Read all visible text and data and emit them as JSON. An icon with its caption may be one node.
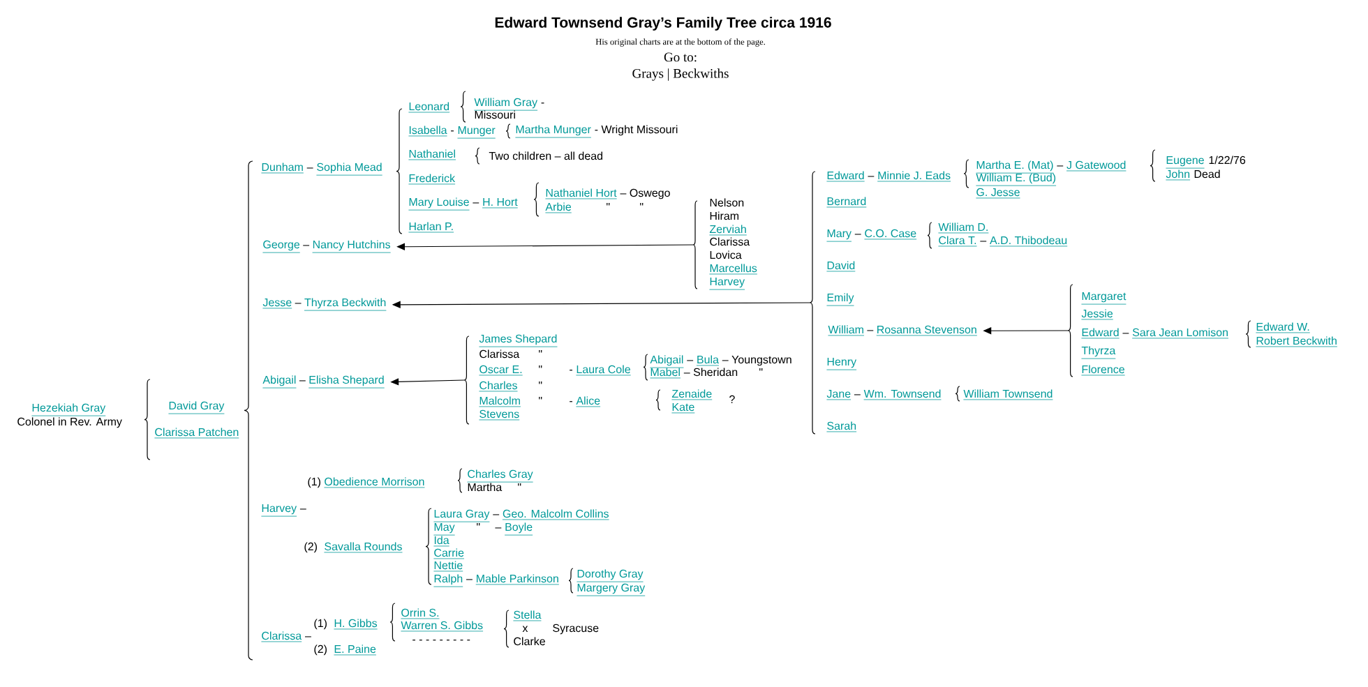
{
  "diagram": {
    "title": "Edward Townsend Gray’s Family Tree circa 1916",
    "nodes": [
      {
        "text": [
          "George",
          "–",
          "Nancy Hutchins"
        ]
      },
      {
        "text": [],
        "shape": "brace"
      },
      {
        "text": [
          "Jesse",
          "–",
          "Thyrza Beckwith"
        ]
      },
      {
        "text": [],
        "shape": "brace"
      },
      {
        "text": [
          "Abigail",
          "–",
          "Elisha Shepard"
        ]
      },
      {
        "text": [],
        "shape": "brace"
      },
      {
        "text": [
          "William",
          "–",
          "Rosanna Stevenson"
        ]
      },
      {
        "text": [],
        "shape": "brace"
      }
    ],
    "edges": [
      {
        "from": 1,
        "to": 0,
        "arrow": "to"
      },
      {
        "from": 3,
        "to": 2,
        "arrow": "to"
      },
      {
        "from": 5,
        "to": 4,
        "arrow": "to"
      },
      {
        "from": 7,
        "to": 6,
        "arrow": "to"
      }
    ],
    "labels": [
      "His original charts are at the bottom of the page.",
      "Go to:",
      "Grays | Beckwiths",
      "Hezekiah Gray",
      "Colonel in Rev. Army",
      "David Gray",
      "Clarissa Patchen",
      "Dunham",
      "–",
      "Sophia Mead",
      "Leonard",
      "Isabella",
      "-",
      "Munger",
      "Nathaniel",
      "Frederick",
      "Mary Louise",
      "–",
      "H. Hort",
      "Harlan P.",
      "William Gray",
      "-",
      "Missouri",
      "Martha Munger",
      "- Wright Missouri",
      "Two children – all dead",
      "Nathaniel Hort",
      "– Oswego",
      "Arbie",
      "\"",
      "\"",
      "Nelson",
      "Hiram",
      "Zerviah",
      "Clarissa",
      "Lovica",
      "Marcellus",
      "Harvey",
      "James Shepard",
      "Clarissa",
      "\"",
      "Oscar E.",
      "\"",
      "-",
      "Laura Cole",
      "Charles",
      "\"",
      "Malcolm",
      "\"",
      "-",
      "Alice",
      "Stevens",
      "Abigail",
      "–",
      "Bula",
      "– Youngstown",
      "Mabel",
      "– Sheridan",
      "\"",
      "Zenaide",
      "Kate",
      "?",
      "Edward",
      "–",
      "Minnie J. Eads",
      "Bernard",
      "Mary",
      "–",
      "C.O. Case",
      "David",
      "Emily",
      "Henry",
      "Jane",
      "–",
      "Wm. Townsend",
      "Sarah",
      "Martha E. (Mat)",
      "–",
      "J Gatewood",
      "William E. (Bud)",
      "G. Jesse",
      "Eugene",
      "1/22/76",
      "John",
      "Dead",
      "William D.",
      "Clara T.",
      "–",
      "A.D. Thibodeau",
      "William Townsend",
      "Margaret",
      "Jessie",
      "Edward",
      "–",
      "Sara Jean Lomison",
      "Thyrza",
      "Florence",
      "Edward W.",
      "Robert Beckwith",
      "Harvey",
      "–",
      "(1)",
      "Obedience Morrison",
      "(2)",
      "Savalla Rounds",
      "Charles Gray",
      "Martha",
      "\"",
      "Laura Gray",
      "–",
      "Geo. Malcolm Collins",
      "May",
      "\"",
      "–",
      "Boyle",
      "Ida",
      "Carrie",
      "Nettie",
      "Ralph",
      "–",
      "Mable Parkinson",
      "Dorothy Gray",
      "Margery Gray",
      "Clarissa",
      "–",
      "(1)",
      "H. Gibbs",
      "(2)",
      "E. Paine",
      "Orrin S.",
      "Warren S. Gibbs",
      "- - - - - - - - -",
      "Stella",
      "x",
      "Clarke",
      "Syracuse"
    ]
  }
}
